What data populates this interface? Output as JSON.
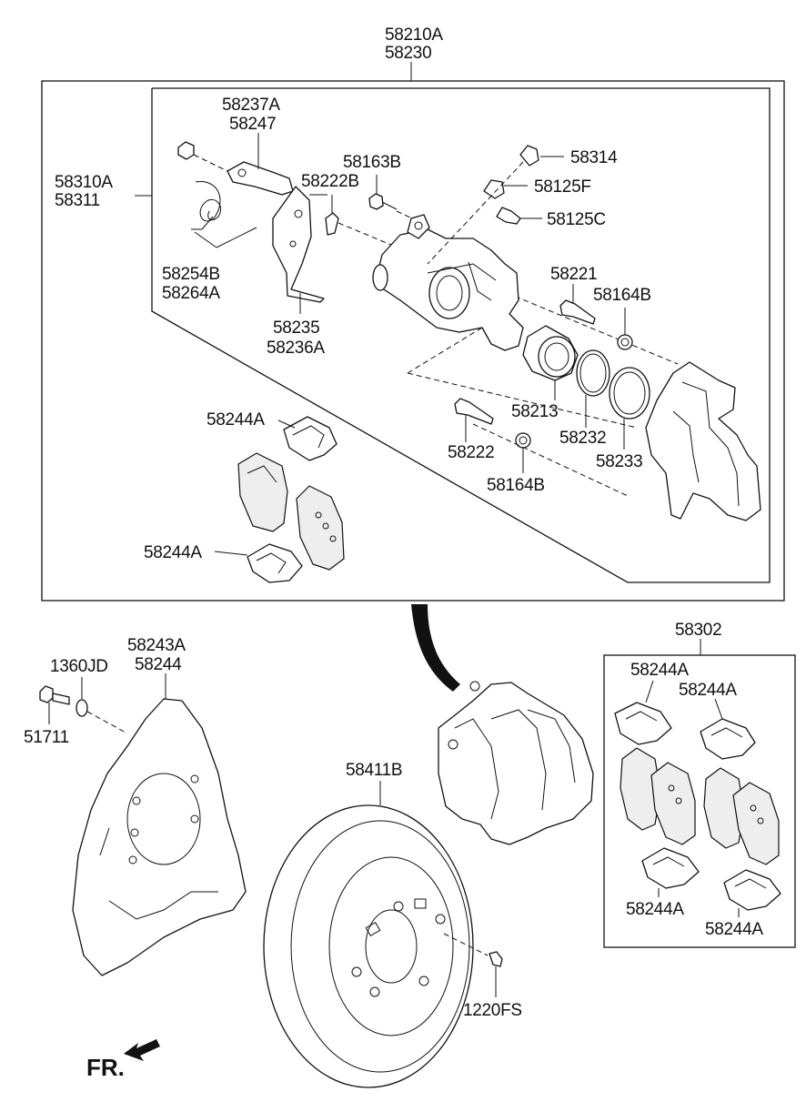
{
  "labels": {
    "assy_top_1": "58210A",
    "assy_top_2": "58230",
    "caliper_1": "58310A",
    "caliper_2": "58311",
    "bracket_1": "58237A",
    "bracket_2": "58247",
    "bleed_screw": "58163B",
    "clip": "58222B",
    "spring_1": "58254B",
    "spring_2": "58264A",
    "lever_1": "58235",
    "lever_2": "58236A",
    "cap": "58314",
    "bleeder": "58125F",
    "bleeder_cap": "58125C",
    "guide_pin_upper": "58221",
    "boot_upper": "58164B",
    "piston": "58213",
    "piston_seal": "58232",
    "dust_boot": "58233",
    "guide_pin_lower": "58222",
    "boot_lower": "58164B",
    "pad_shim_upper": "58244A",
    "pad_shim_lower": "58244A",
    "pad_kit": "58302",
    "kit_shim_1": "58244A",
    "kit_shim_2": "58244A",
    "kit_shim_3": "58244A",
    "kit_shim_4": "58244A",
    "dust_cover_1": "58243A",
    "dust_cover_2": "58244",
    "washer": "1360JD",
    "bolt": "51711",
    "disc": "58411B",
    "screw": "1220FS",
    "front": "FR."
  }
}
